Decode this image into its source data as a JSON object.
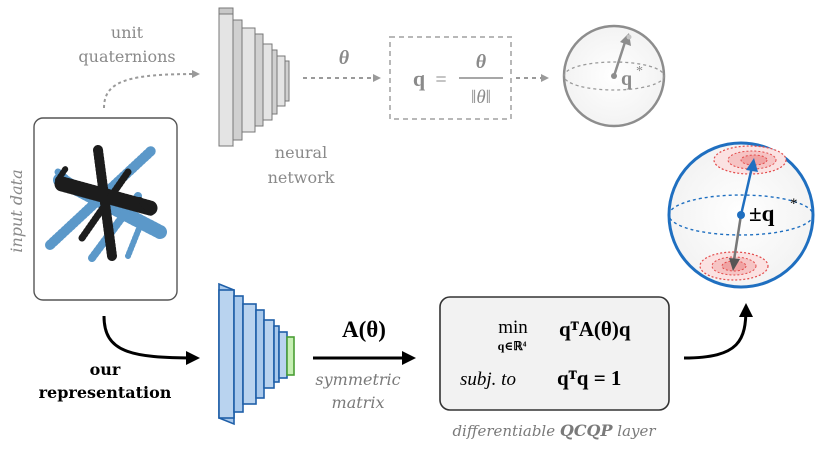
{
  "top": {
    "label_line1": "unit",
    "label_line2": "quaternions",
    "theta": "θ",
    "formula_lhs": "q",
    "formula_eq": "=",
    "formula_num": "θ",
    "formula_den": "‖θ‖",
    "network_line1": "neural",
    "network_line2": "network",
    "sphere_label": "q",
    "sphere_sup": "*"
  },
  "left": {
    "input_label": "input data",
    "ours_line1": "our",
    "ours_line2": "representation"
  },
  "bottom": {
    "A_theta": "A(θ)",
    "matrix_line1": "symmetric",
    "matrix_line2": "matrix",
    "qcqp_min": "min",
    "qcqp_sub": "q∈ℝ⁴",
    "qcqp_obj": "qᵀA(θ)q",
    "qcqp_subj": "subj. to",
    "qcqp_constraint": "qᵀq = 1",
    "layer_prefix": "differentiable",
    "layer_bold": "QCQP",
    "layer_suffix": "layer"
  },
  "sphere_right": {
    "label": "±q",
    "sup": "*"
  },
  "colors": {
    "gray": "#9a9a9a",
    "net_blue": "#b9d3ef",
    "net_blue_stroke": "#1f5fa8",
    "net_green": "#c7efb4",
    "sphere_blue": "#1f6fc0",
    "red": "#e34b4b"
  }
}
